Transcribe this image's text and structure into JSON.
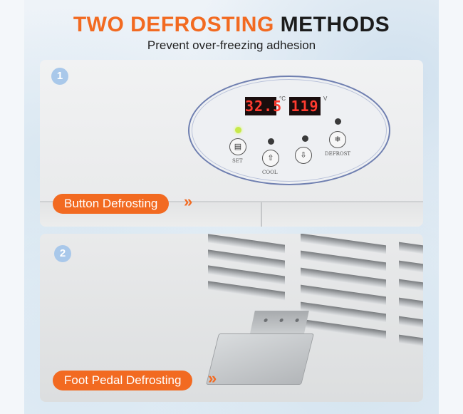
{
  "header": {
    "title_highlight": "TWO DEFROSTING",
    "title_rest": "METHODS",
    "subtitle": "Prevent over-freezing adhesion"
  },
  "colors": {
    "accent": "#f26a21",
    "badge": "#a9c8ea",
    "display_digits": "#ff3b30"
  },
  "panel1": {
    "badge": "1",
    "display_temp": "32.5",
    "display_temp_unit": "°C",
    "display_voltage": "119",
    "display_voltage_unit": "V",
    "buttons": {
      "set_label": "SET",
      "cool_label": "COOL",
      "defrost_label": "DEFROST"
    },
    "label": "Button Defrosting",
    "arrow": "»"
  },
  "panel2": {
    "badge": "2",
    "label": "Foot Pedal Defrosting",
    "arrow": "»"
  },
  "icons": {
    "set": "set-icon",
    "up": "arrow-up-icon",
    "down": "arrow-down-icon",
    "defrost": "defrost-icon"
  }
}
